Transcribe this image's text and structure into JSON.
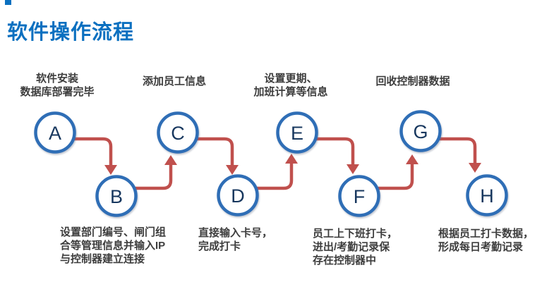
{
  "title": "软件操作流程",
  "colors": {
    "title_blue": "#0b70c0",
    "circle_border_blue": "#2f6eb6",
    "letter_navy": "#17375e",
    "arrow_red": "#c0504d",
    "label_gray": "#3d3d3d",
    "background": "#ffffff"
  },
  "nodes": [
    {
      "letter": "A",
      "label": "软件安装\n数据库部署完毕",
      "label_position": "top"
    },
    {
      "letter": "B",
      "label": "设置部门编号、闸门组\n合等管理信息并输入IP\n与控制器建立连接",
      "label_position": "bottom"
    },
    {
      "letter": "C",
      "label": "添加员工信息",
      "label_position": "top"
    },
    {
      "letter": "D",
      "label": "直接输入卡号，\n完成打卡",
      "label_position": "bottom"
    },
    {
      "letter": "E",
      "label": "设置更期、\n加班计算等信息",
      "label_position": "top"
    },
    {
      "letter": "F",
      "label": "员工上下班打卡，\n进出/考勤记录保\n存在控制器中",
      "label_position": "bottom"
    },
    {
      "letter": "G",
      "label": "回收控制器数据",
      "label_position": "top"
    },
    {
      "letter": "H",
      "label": "根据员工打卡数据，\n形成每日考勤记录",
      "label_position": "bottom"
    }
  ],
  "flow_order": "A → B → C → D → E → F → G → H"
}
